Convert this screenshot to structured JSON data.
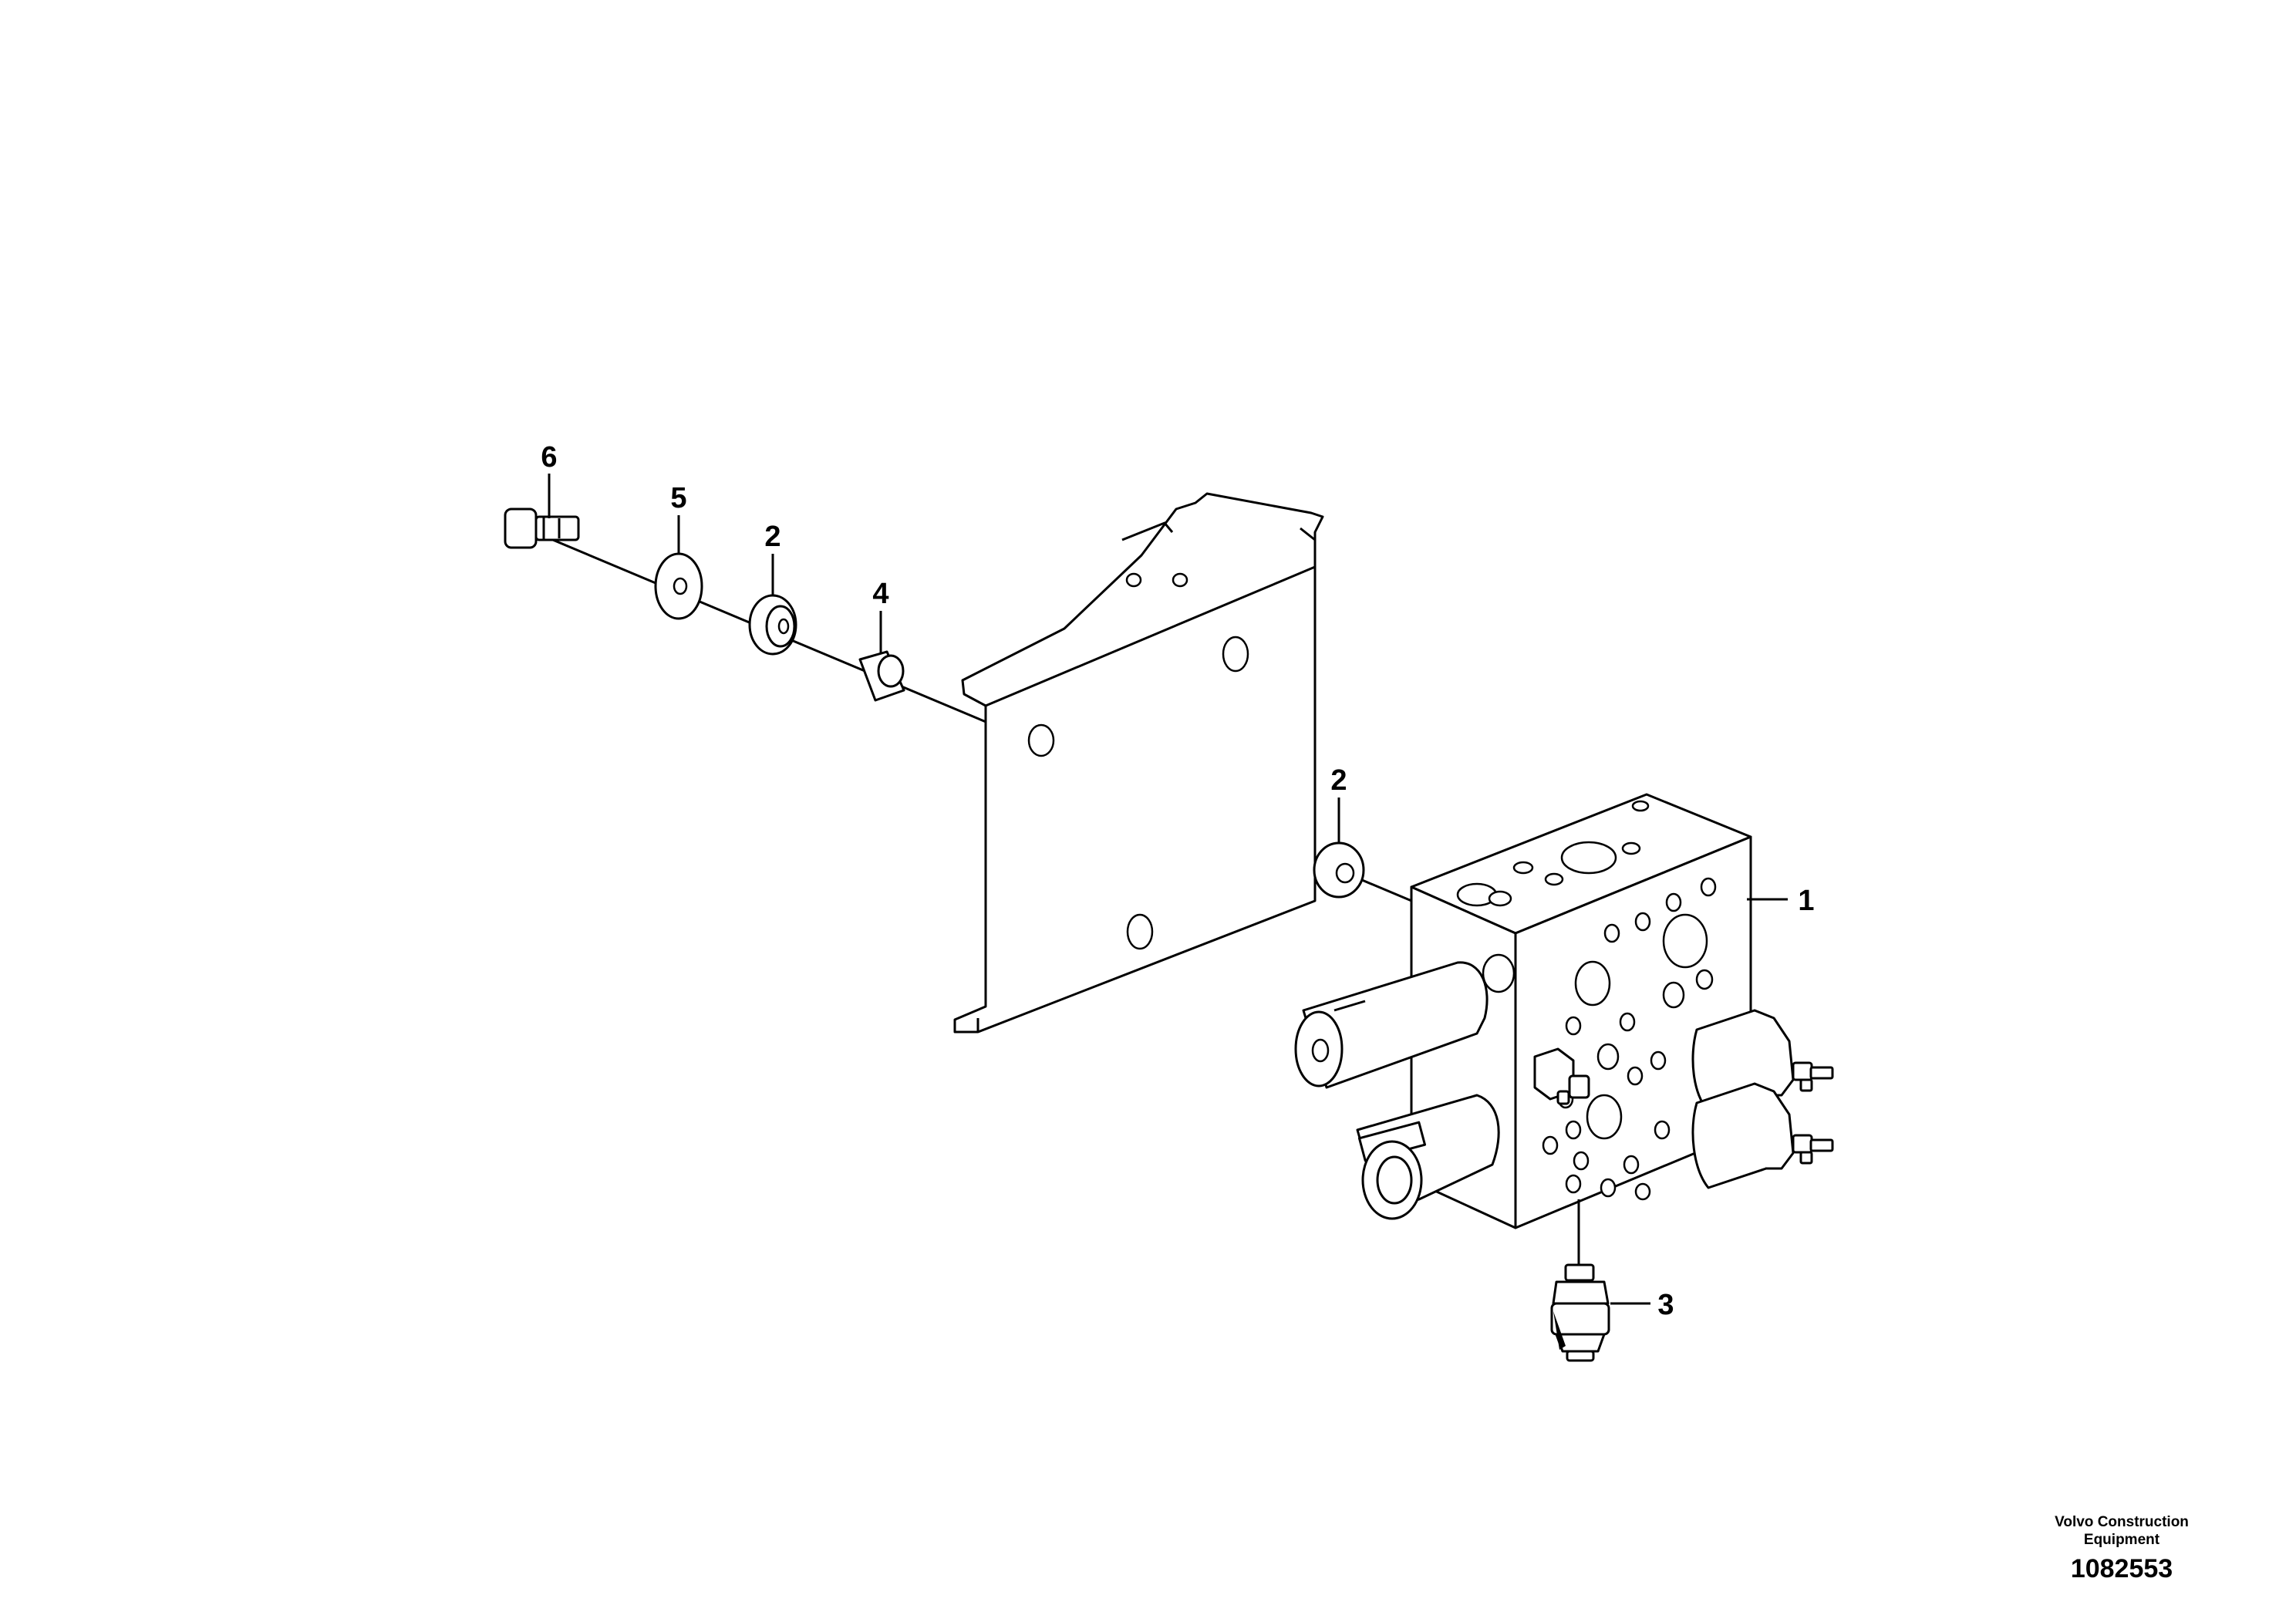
{
  "callouts": [
    {
      "id": "6",
      "label": "6"
    },
    {
      "id": "5",
      "label": "5"
    },
    {
      "id": "2a",
      "label": "2"
    },
    {
      "id": "4",
      "label": "4"
    },
    {
      "id": "2b",
      "label": "2"
    },
    {
      "id": "1",
      "label": "1"
    },
    {
      "id": "3",
      "label": "3"
    }
  ],
  "credit": {
    "line1": "Volvo Construction",
    "line2": "Equipment",
    "number": "1082553"
  }
}
